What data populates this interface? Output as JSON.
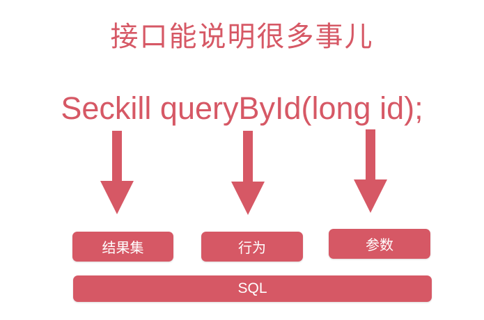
{
  "title": "接口能说明很多事儿",
  "signature": "Seckill queryById(long id);",
  "boxes": {
    "result": "结果集",
    "behavior": "行为",
    "params": "参数",
    "sql": "SQL"
  },
  "colors": {
    "accent": "#d65865",
    "box_text": "#ffffff",
    "background": "#ffffff"
  }
}
